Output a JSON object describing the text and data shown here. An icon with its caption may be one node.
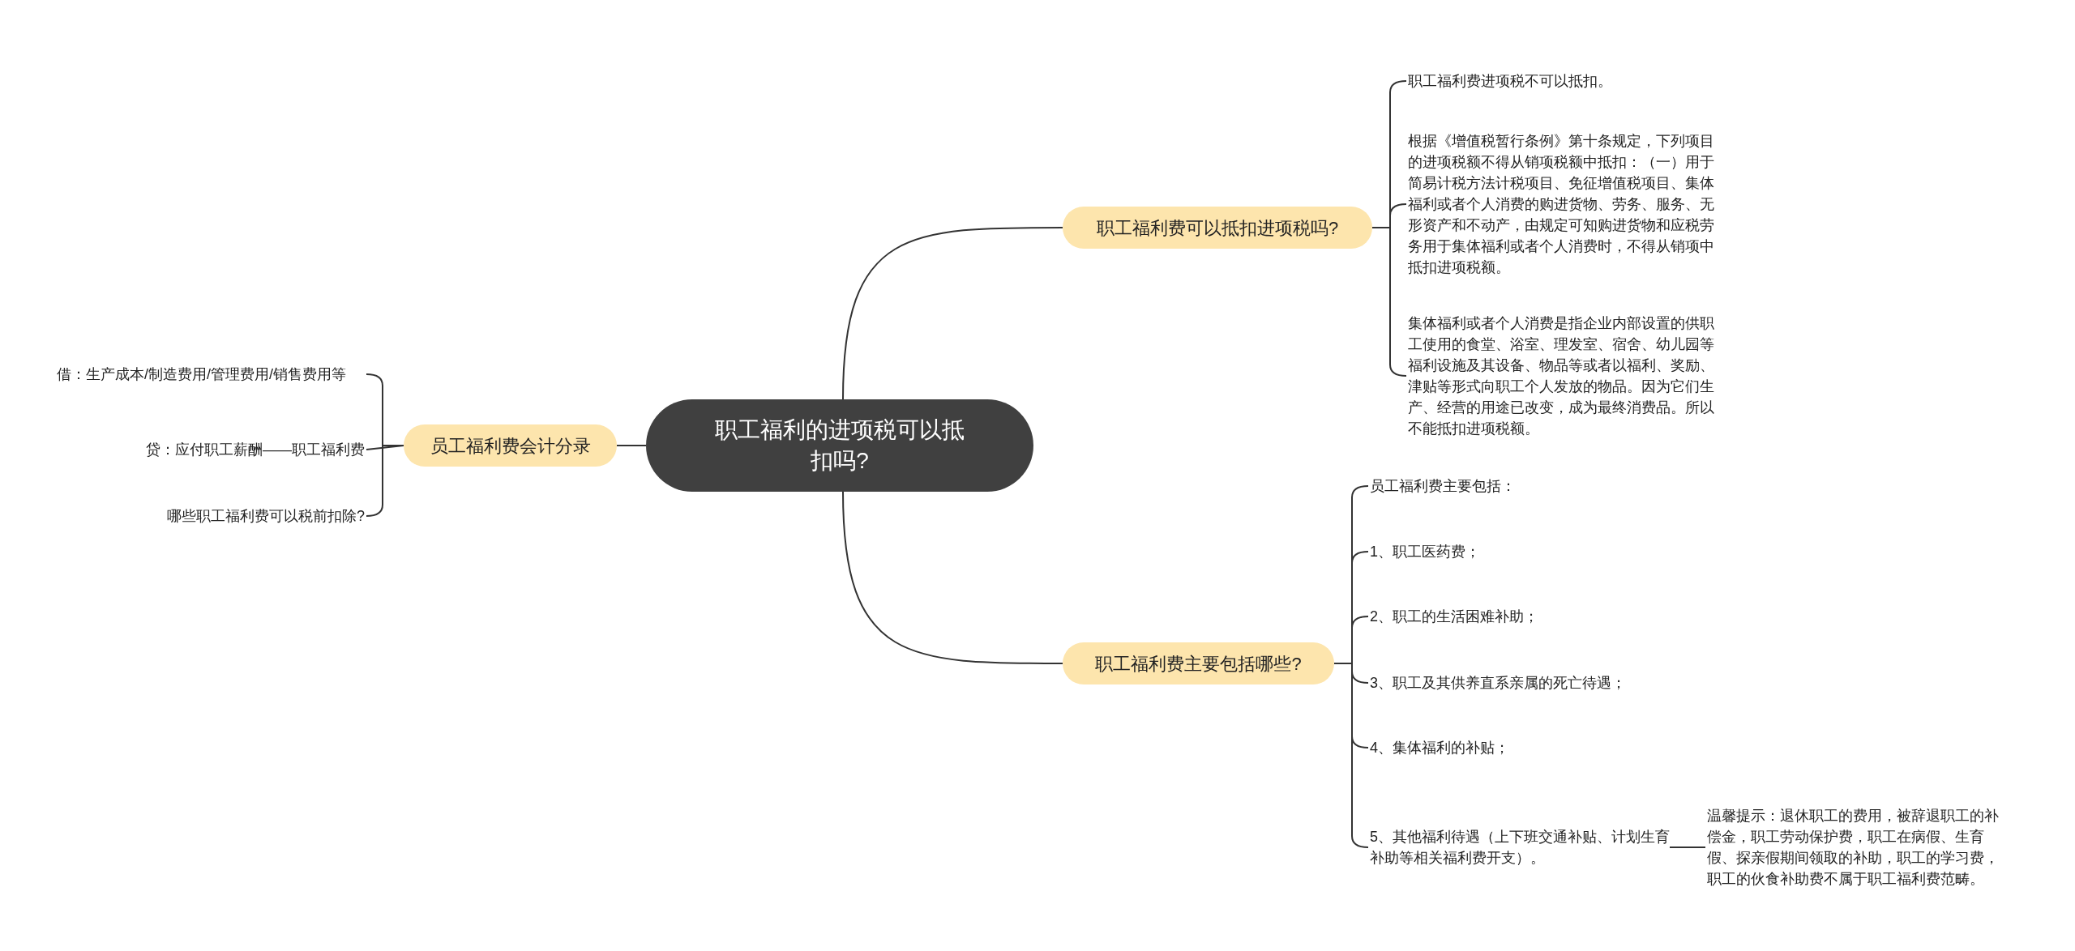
{
  "diagram": {
    "nodes": [
      {
        "text": [
          "职工福利的进项税可以抵扣吗?"
        ]
      },
      {
        "text": [
          "职工福利费可以抵扣进项税吗?"
        ]
      },
      {
        "text": [
          "职工福利费进项税不可以抵扣。"
        ]
      },
      {
        "text": [
          "根据《增值税暂行条例》第十条规定，下列项目的进项税额不得从销项税额中抵扣：（一）用于简易计税方法计税项目、免征增值税项目、集体福利或者个人消费的购进货物、劳务、服务、无形资产和不动产，由规定可知购进货物和应税劳务用于集体福利或者个人消费时，不得从销项中抵扣进项税额。"
        ]
      },
      {
        "text": [
          "集体福利或者个人消费是指企业内部设置的供职工使用的食堂、浴室、理发室、宿舍、幼儿园等福利设施及其设备、物品等或者以福利、奖励、津贴等形式向职工个人发放的物品。因为它们生产、经营的用途已改变，成为最终消费品。所以不能抵扣进项税额。"
        ]
      },
      {
        "text": [
          "职工福利费主要包括哪些?"
        ]
      },
      {
        "text": [
          "员工福利费主要包括："
        ]
      },
      {
        "text": [
          "1、职工医药费；"
        ]
      },
      {
        "text": [
          "2、职工的生活困难补助；"
        ]
      },
      {
        "text": [
          "3、职工及其供养直系亲属的死亡待遇；"
        ]
      },
      {
        "text": [
          "4、集体福利的补贴；"
        ]
      },
      {
        "text": [
          "5、其他福利待遇（上下班交通补贴、计划生育补助等相关福利费开支）。"
        ]
      },
      {
        "text": [
          "温馨提示：退休职工的费用，被辞退职工的补偿金，职工劳动保护费，职工在病假、生育假、探亲假期间领取的补助，职工的学习费，职工的伙食补助费不属于职工福利费范畴。"
        ]
      },
      {
        "text": [
          "员工福利费会计分录"
        ]
      },
      {
        "text": [
          "借：生产成本/制造费用/管理费用/销售费用等"
        ]
      },
      {
        "text": [
          "贷：应付职工薪酬——职工福利费"
        ]
      },
      {
        "text": [
          "哪些职工福利费可以税前扣除?"
        ]
      }
    ],
    "edges": [
      {
        "from": 0,
        "to": 1,
        "arrow": "none"
      },
      {
        "from": 1,
        "to": 2,
        "arrow": "none"
      },
      {
        "from": 1,
        "to": 3,
        "arrow": "none"
      },
      {
        "from": 1,
        "to": 4,
        "arrow": "none"
      },
      {
        "from": 0,
        "to": 5,
        "arrow": "none"
      },
      {
        "from": 5,
        "to": 6,
        "arrow": "none"
      },
      {
        "from": 5,
        "to": 7,
        "arrow": "none"
      },
      {
        "from": 5,
        "to": 8,
        "arrow": "none"
      },
      {
        "from": 5,
        "to": 9,
        "arrow": "none"
      },
      {
        "from": 5,
        "to": 10,
        "arrow": "none"
      },
      {
        "from": 5,
        "to": 11,
        "arrow": "none"
      },
      {
        "from": 11,
        "to": 12,
        "arrow": "none"
      },
      {
        "from": 0,
        "to": 13,
        "arrow": "none"
      },
      {
        "from": 13,
        "to": 14,
        "arrow": "none"
      },
      {
        "from": 13,
        "to": 15,
        "arrow": "none"
      },
      {
        "from": 13,
        "to": 16,
        "arrow": "none"
      }
    ]
  }
}
